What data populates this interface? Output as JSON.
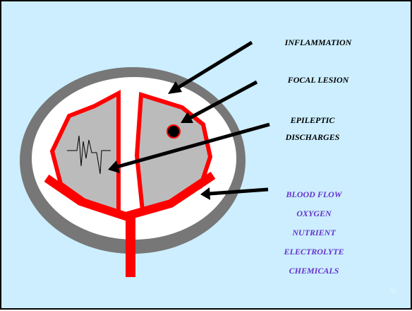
{
  "labels": {
    "inflammation": "INFLAMMATION",
    "focal_lesion": "FOCAL LESION",
    "epileptic_line1": "EPILEPTIC",
    "epileptic_line2": "DISCHARGES"
  },
  "supply_factors": [
    "BLOOD FLOW",
    "OXYGEN",
    "NUTRIENT",
    "ELECTROLYTE",
    "CHEMICALS"
  ],
  "slide_number": "30",
  "colors": {
    "background": "#cceeff",
    "skull": "#777777",
    "csf_space": "#ffffff",
    "brain_tissue": "#bbbbbb",
    "vessels": "#ff0000",
    "lesion": "#000000",
    "supply_text": "#6633cc",
    "label_text": "#000000"
  }
}
